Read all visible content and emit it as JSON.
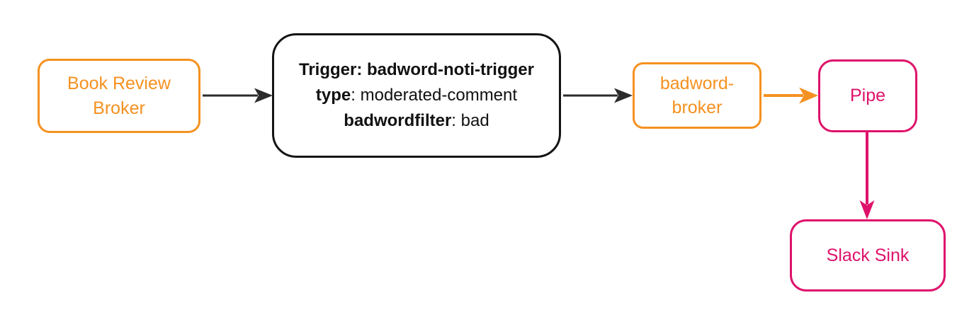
{
  "diagram": {
    "type": "flow-diagram",
    "colors": {
      "orange": "#F59120",
      "pink": "#DE126B",
      "dark": "#2B2B2B",
      "trigger_border": "#141414"
    },
    "nodes": {
      "book_review_broker": {
        "label": "Book Review\nBroker",
        "color": "#F59120"
      },
      "trigger": {
        "line1": "Trigger: badword-noti-trigger",
        "line2_key": "type",
        "line2_rest": ": moderated-comment",
        "line3_key": "badwordfilter",
        "line3_rest": ": bad",
        "color": "#141414"
      },
      "badword_broker": {
        "label": "badword-\nbroker",
        "color": "#F59120"
      },
      "pipe": {
        "label": "Pipe",
        "color": "#DE126B"
      },
      "slack_sink": {
        "label": "Slack Sink",
        "color": "#DE126B"
      }
    },
    "edges": [
      {
        "from": "Book Review Broker",
        "to": "Trigger",
        "direction": "right",
        "color": "#2B2B2B"
      },
      {
        "from": "Trigger",
        "to": "badword-broker",
        "direction": "right",
        "color": "#2B2B2B"
      },
      {
        "from": "badword-broker",
        "to": "Pipe",
        "direction": "right",
        "color": "#F59120"
      },
      {
        "from": "Pipe",
        "to": "Slack Sink",
        "direction": "down",
        "color": "#DE126B"
      }
    ]
  }
}
